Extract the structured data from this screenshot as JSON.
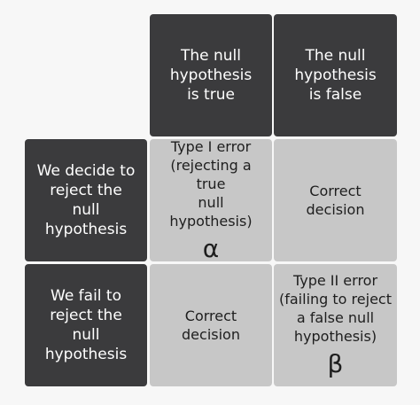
{
  "columns": {
    "null_true": "The null\nhypothesis\nis true",
    "null_false": "The null\nhypothesis\nis false"
  },
  "rows": {
    "reject": "We decide to\nreject the\nnull hypothesis",
    "fail_reject": "We fail to\nreject the\nnull hypothesis"
  },
  "outcomes": {
    "type1": {
      "text": "Type I error\n(rejecting a true\nnull hypothesis)",
      "symbol": "α"
    },
    "reject_correct": "Correct\ndecision",
    "fail_correct": "Correct\ndecision",
    "type2": {
      "text": "Type II error\n(failing to reject\na false null\nhypothesis)",
      "symbol": "β"
    }
  },
  "colors": {
    "header_bg": "#3b3b3d",
    "cell_bg": "#c7c7c7",
    "page_bg": "#f7f7f7"
  }
}
